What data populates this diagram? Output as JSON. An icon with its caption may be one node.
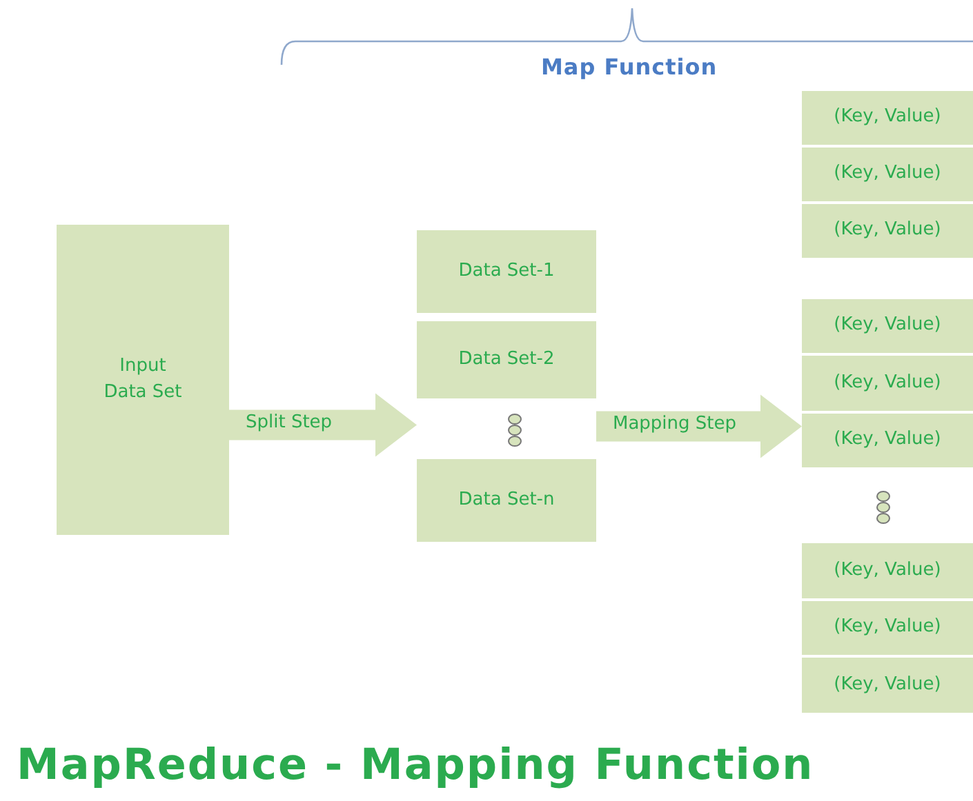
{
  "diagram": {
    "title": "MapReduce - Mapping Function",
    "nodes": [
      {
        "text": [
          "Input Data Set"
        ]
      },
      {
        "text": [
          "Data Set-1"
        ]
      },
      {
        "text": [
          "Data Set-2"
        ]
      },
      {
        "text": [
          "Data Set-n"
        ]
      },
      {
        "text": [
          "(Key, Value)"
        ]
      },
      {
        "text": [
          "(Key, Value)"
        ]
      },
      {
        "text": [
          "(Key, Value)"
        ]
      },
      {
        "text": [
          "(Key, Value)"
        ]
      },
      {
        "text": [
          "(Key, Value)"
        ]
      },
      {
        "text": [
          "(Key, Value)"
        ]
      },
      {
        "text": [
          "(Key, Value)"
        ]
      },
      {
        "text": [
          "(Key, Value)"
        ]
      },
      {
        "text": [
          "(Key, Value)"
        ]
      }
    ],
    "edges": [
      {
        "from": 0,
        "to": 2,
        "arrow": "to",
        "label": "Split Step",
        "style": "thick"
      },
      {
        "from": 2,
        "to": 9,
        "arrow": "to",
        "label": "Mapping Step",
        "style": "thick"
      }
    ],
    "labels": [
      "Map Function"
    ]
  }
}
